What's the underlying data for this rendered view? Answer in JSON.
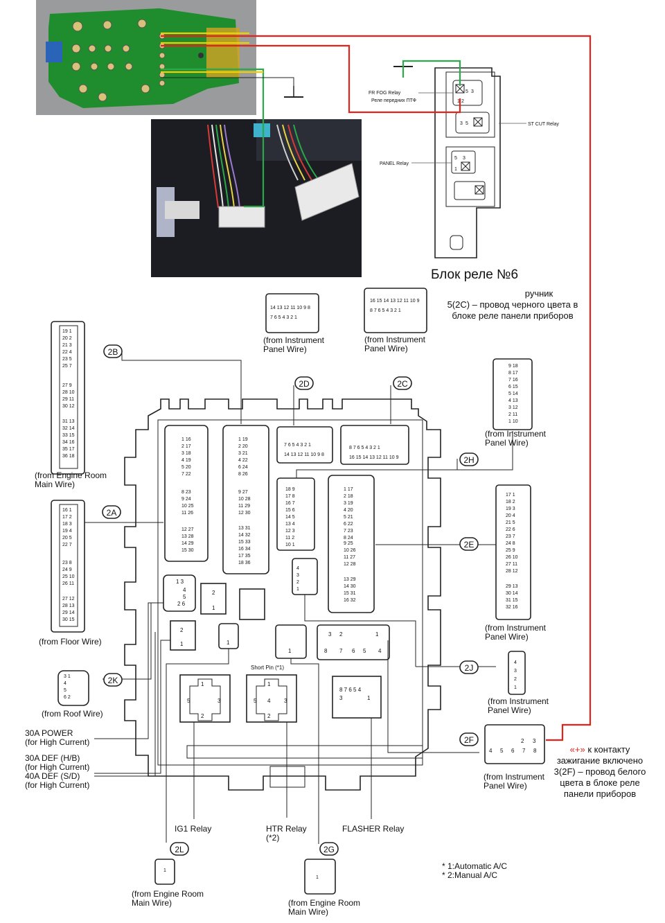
{
  "colors": {
    "red": "#e32319",
    "green": "#2aa84a",
    "yellow": "#f0d000",
    "pcb": "#1f8d2d",
    "photo": "#1c1d22"
  },
  "relay_block": {
    "title": "Блок реле №6",
    "fr_fog_relay": "FR FOG Relay",
    "fr_fog_relay_ru": "Реле передних ПТФ",
    "st_cut_relay": "ST CUT Relay",
    "panel_relay": "PANEL Relay",
    "note_lines": [
      "ручник",
      "5(2C) – провод черного цвета в",
      "блоке реле панели приборов"
    ]
  },
  "connectors": {
    "2A": "2A",
    "2B": "2B",
    "2C": "2C",
    "2D": "2D",
    "2E": "2E",
    "2F": "2F",
    "2G": "2G",
    "2H": "2H",
    "2J": "2J",
    "2K": "2K",
    "2L": "2L"
  },
  "labels": {
    "from_instrument_panel_wire": [
      "(from Instrument",
      "Panel Wire)"
    ],
    "from_engine_room_main_wire": [
      "(from Engine Room",
      "Main Wire)"
    ],
    "from_floor_wire": "(from Floor Wire)",
    "from_roof_wire": "(from Roof Wire)",
    "power_30a": [
      "30A POWER",
      "(for High Current)"
    ],
    "def_30a": [
      "30A DEF (H/B)",
      "(for High Current)",
      "40A DEF (S/D)",
      "(for High Current)"
    ],
    "ig1_relay": "IG1 Relay",
    "htr_relay": [
      "HTR Relay",
      "(*2)"
    ],
    "flasher_relay": "FLASHER Relay",
    "short_pin": "Short Pin (*1)",
    "footnotes": [
      "* 1:Automatic A/C",
      "* 2:Manual A/C"
    ]
  },
  "ignition_note": {
    "line1_mark": "«+»",
    "line1_rest": " к контакту",
    "lines": [
      "зажигание включено",
      "3(2F) – провод белого",
      "цвета в блоке реле",
      "панели приборов"
    ]
  }
}
